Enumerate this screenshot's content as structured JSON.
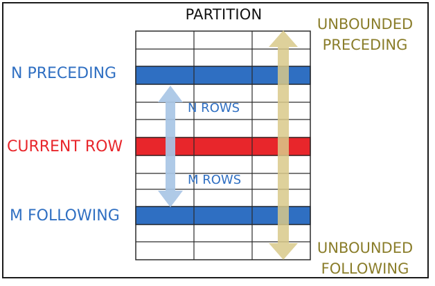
{
  "colors": {
    "blue": "#2f6fc2",
    "red": "#e8262b",
    "gold": "#8a7d2a",
    "grid": "#2a2a2a",
    "light_blue_arrow": "#a9c6e6",
    "gold_arrow": "#d9c98a"
  },
  "title": "PARTITION",
  "labels": {
    "n_preceding": "N PRECEDING",
    "current_row": "CURRENT ROW",
    "m_following": "M FOLLOWING"
  },
  "unbounded_preceding": [
    "UNBOUNDED",
    "PRECEDING"
  ],
  "unbounded_following": [
    "UNBOUNDED",
    "FOLLOWING"
  ],
  "rows": {
    "n_rows": "N ROWS",
    "m_rows": "M ROWS"
  }
}
